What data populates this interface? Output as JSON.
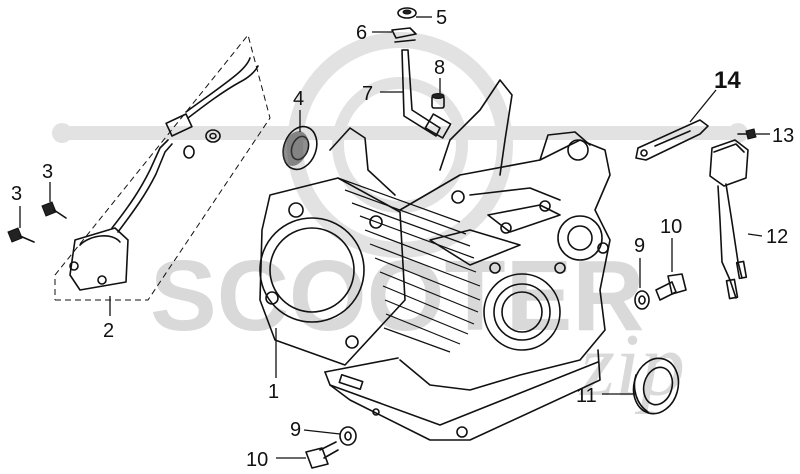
{
  "diagram": {
    "callouts": [
      {
        "id": "c1",
        "text": "1"
      },
      {
        "id": "c2",
        "text": "2"
      },
      {
        "id": "c3a",
        "text": "3"
      },
      {
        "id": "c3b",
        "text": "3"
      },
      {
        "id": "c4",
        "text": "4"
      },
      {
        "id": "c5",
        "text": "5"
      },
      {
        "id": "c6",
        "text": "6"
      },
      {
        "id": "c7",
        "text": "7"
      },
      {
        "id": "c8",
        "text": "8"
      },
      {
        "id": "c9a",
        "text": "9"
      },
      {
        "id": "c9b",
        "text": "9"
      },
      {
        "id": "c10a",
        "text": "10"
      },
      {
        "id": "c10b",
        "text": "10"
      },
      {
        "id": "c11",
        "text": "11"
      },
      {
        "id": "c12",
        "text": "12"
      },
      {
        "id": "c13",
        "text": "13"
      },
      {
        "id": "c14",
        "text": "14"
      }
    ],
    "watermark": {
      "brand": "SCOOTER",
      "suffix": "zip",
      "color": "#d9d9d9"
    },
    "line_color": "#111111",
    "background": "#ffffff"
  }
}
